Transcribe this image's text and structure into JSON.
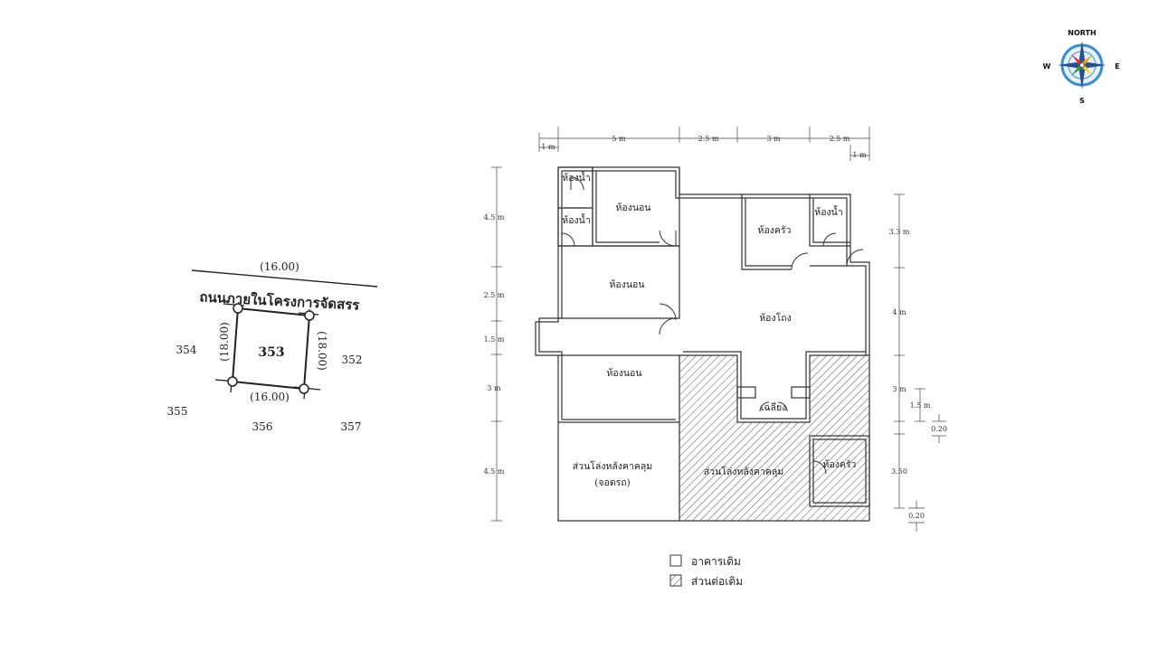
{
  "compass": {
    "north": "NORTH",
    "south": "S",
    "east": "E",
    "west": "W"
  },
  "plot_map": {
    "top_length": "(16.00)",
    "road_name": "ถนนภายในโครงการจัดสรร",
    "left_length": "(18.00)",
    "right_length": "(18.00)",
    "bottom_length": "(16.00)",
    "plot_number": "353",
    "neighbors": {
      "west": "354",
      "east": "352",
      "southwest": "355",
      "south": "356",
      "southeast": "357"
    }
  },
  "floor_plan": {
    "rooms": {
      "bath_1": "ห้องน้ำ",
      "bath_2": "ห้องน้ำ",
      "bath_3": "ห้องน้ำ",
      "bedroom_1": "ห้องนอน",
      "bedroom_2": "ห้องนอน",
      "bedroom_3": "ห้องนอน",
      "kitchen": "ห้องครัว",
      "living_hall": "ห้องโถง",
      "corner": "เฉลียง",
      "carport_line1": "ส่วนโล่งหลังคาคลุม",
      "carport_line2": "(จอดรถ)",
      "covered_area": "ส่วนโล่งหลังคาคลุม",
      "new_kitchen": "ห้องครัว"
    },
    "dims_top": {
      "d1": "1 m",
      "d2": "5 m",
      "d3": "2.5 m",
      "d4": "3 m",
      "d5": "2.5 m",
      "d6": "1 m"
    },
    "dims_left": {
      "d1": "4.5 m",
      "d2": "2.5 m",
      "d3": "1.5 m",
      "d4": "3 m",
      "d5": "4.5 m"
    },
    "dims_right": {
      "d1": "3.3 m",
      "d2": "4 m",
      "d3": "3 m",
      "d4": "1.5 m",
      "d5": "0.20",
      "d6": "3.50",
      "d7": "0.20"
    }
  },
  "legend": {
    "existing": "อาคารเดิม",
    "extension": "ส่วนต่อเติม"
  }
}
